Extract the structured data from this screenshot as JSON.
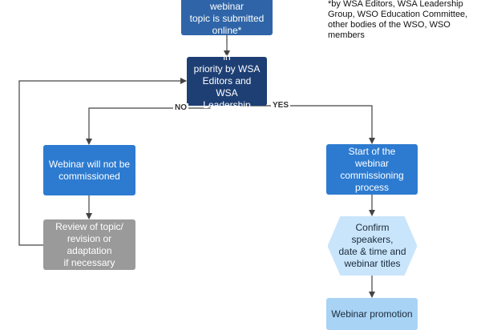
{
  "nodes": {
    "proposal": "Proposal for a webinar\ntopic is submitted\nonline*",
    "ranked": "Topic is ranked in\npriority by WSA\nEditors and WSA\nLeadership Group",
    "not_commissioned": "Webinar will not be\ncommissioned",
    "review": "Review of topic/\nrevision or adaptation\nif necessary",
    "start": "Start of the webinar\ncommissioning\nprocess",
    "confirm": "Confirm\nspeakers,\ndate & time and\nwebinar titles",
    "promotion": "Webinar promotion"
  },
  "edge_labels": {
    "no": "NO",
    "yes": "YES"
  },
  "footnote": "*by WSA Editors, WSA Leadership\nGroup, WSO Education Committee,\nother bodies of the WSO, WSO members",
  "colors": {
    "dark_blue": "#1e3f74",
    "mid_blue": "#2f65a8",
    "bright_blue": "#2d7bd0",
    "light_blue": "#a8d3f5",
    "gray": "#9a9a9a",
    "connector": "#444444"
  }
}
